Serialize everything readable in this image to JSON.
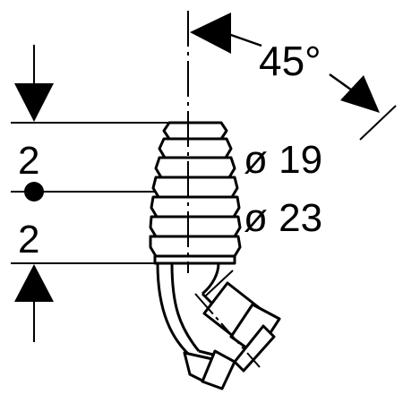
{
  "dimensions": {
    "angle": "45°",
    "spacing_top": "2",
    "spacing_bottom": "2",
    "diameter_small": "ø 19",
    "diameter_large": "ø 23"
  }
}
